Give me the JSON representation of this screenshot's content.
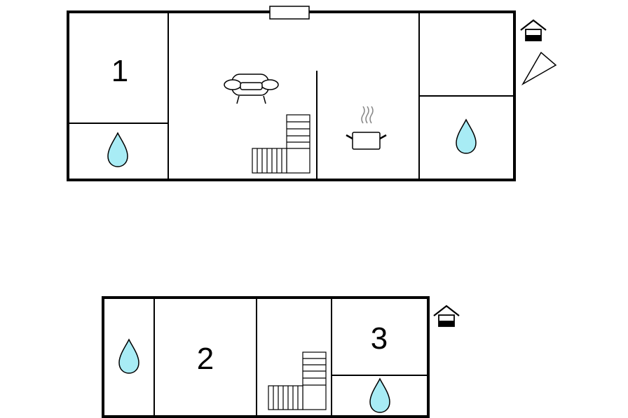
{
  "floors": [
    {
      "name": "upper-floor",
      "rooms": [
        {
          "id": "bedroom-1",
          "label": "1"
        },
        {
          "id": "bathroom-upper-left",
          "label": ""
        },
        {
          "id": "living-room",
          "label": ""
        },
        {
          "id": "kitchen",
          "label": ""
        },
        {
          "id": "room-upper-right",
          "label": ""
        },
        {
          "id": "bathroom-upper-right",
          "label": ""
        }
      ]
    },
    {
      "name": "lower-floor",
      "rooms": [
        {
          "id": "bathroom-lower-left",
          "label": ""
        },
        {
          "id": "bedroom-2",
          "label": "2"
        },
        {
          "id": "stair-hall",
          "label": ""
        },
        {
          "id": "bedroom-3",
          "label": "3"
        },
        {
          "id": "bathroom-lower-right",
          "label": ""
        }
      ]
    }
  ],
  "icons": {
    "bath": "water-drop-icon",
    "sofa": "sofa-icon",
    "kitchen": "cooking-pot-icon",
    "stairs": "stairs-icon",
    "entrance": "house-entrance-icon",
    "direction": "compass-arrow-icon",
    "window": "window-icon"
  },
  "colors": {
    "wall": "#000000",
    "water": "#a8ecf5",
    "steam": "#888888"
  }
}
